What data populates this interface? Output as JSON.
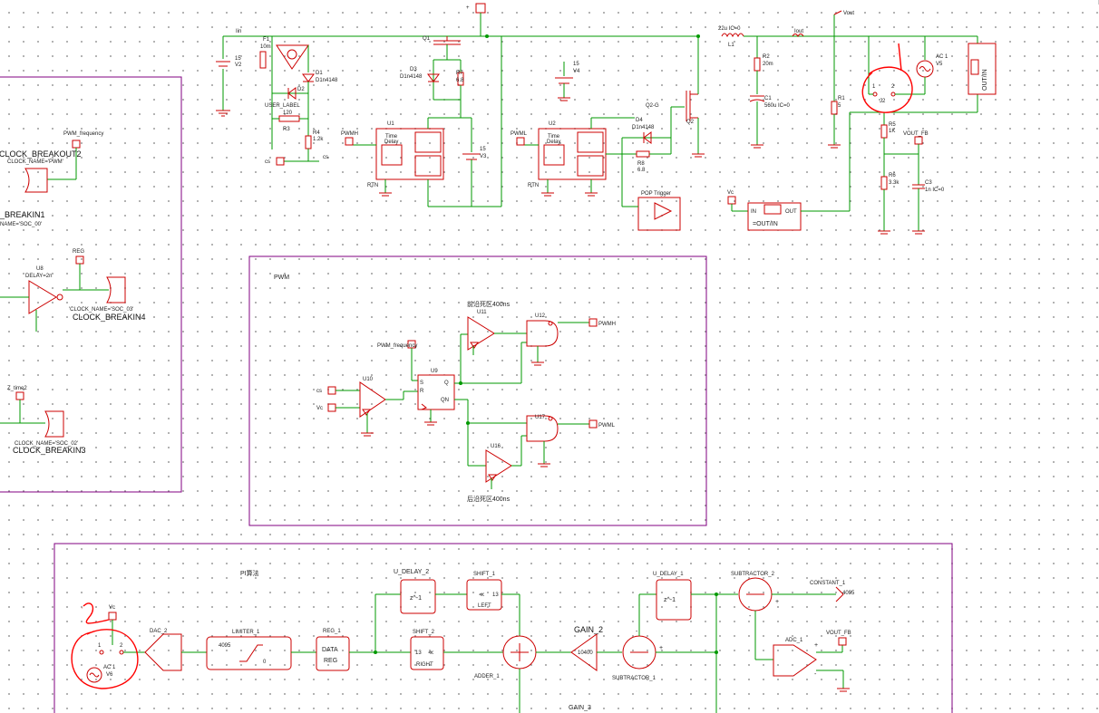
{
  "colors": {
    "component": "#cc0000",
    "wire": "#009900",
    "frame": "#800080",
    "annotation": "#ff0000",
    "text": "#222222"
  },
  "top": {
    "iin": "Iin",
    "f1_name": "F1",
    "f1_val": "10m",
    "v2_name": "V2",
    "v2_val": "15",
    "d1_name": "D1",
    "d1_val": "D1n4148",
    "d2_name": "D2",
    "user_label": "USER_LABEL",
    "r3_val": "120",
    "r3_name": "R3",
    "r4_name": "R4",
    "r4_val": "1.2k",
    "cs_label": "cs",
    "cs_net": "cs",
    "q1": "Q1",
    "d3_name": "D3",
    "d3_val": "D1n4148",
    "r7_name": "R7",
    "r7_val": "6.8",
    "u1": "U1",
    "time_delay1": "Time",
    "time_delay2": "Delay",
    "rtn": "RTN",
    "pwmh_net": "PWMH",
    "v3_name": "V3",
    "v3_val": "15",
    "u2": "U2",
    "pwml_net": "PWML",
    "v4_name": "V4",
    "v4_val": "15",
    "q2g": "Q2-G",
    "q2": "Q2",
    "d4_name": "D4",
    "d4_val": "D1n4148",
    "r8_name": "R8",
    "r8_val": "6.8",
    "pop_trigger": "POP Trigger",
    "vc_net": "Vc",
    "in_label": "IN",
    "out_label": "OUT",
    "out_in": "=OUT/IN",
    "l1_val": "22u IC=0",
    "l1_name": "L1",
    "r2_name": "R2",
    "r2_val": "20m",
    "c1_name": "C1",
    "c1_val": "560u IC=0",
    "iout": "Iout",
    "vout": "Vout",
    "r1_name": "R1",
    "r1_val": "5",
    "j2": "J2",
    "pin1": "1",
    "pin2": "2",
    "v5_name": "V5",
    "v5_val": "AC 1",
    "r5_name": "R5",
    "r5_val": "1K",
    "vout_fb": "VOUT_FB",
    "r6_name": "R6",
    "r6_val": "3.3k",
    "c3_name": "C3",
    "c3_val": "1n IC=0",
    "probe_v": "OUT/IN",
    "probe_sub": "OUT",
    "probe_in": "IN"
  },
  "left": {
    "pwm_frequency": "PWM_frequency",
    "clock_name_pwm": "CLOCK_NAME='PWM'",
    "clock_breakout2": "CLOCK_BREAKOUT2",
    "breakin1": "_BREAKIN1",
    "name_soc00": "NAME='SOC_00'",
    "reg": "REG",
    "u8": "U8",
    "delay": "DELAY=2n",
    "clock_name_soc03": "'CLOCK_NAME='SOC_03'",
    "clock_breakin4": "CLOCK_BREAKIN4",
    "z_time2": "Z_time2",
    "clock_name_soc02": "CLOCK_NAME='SOC_02'",
    "clock_breakin3": "CLOCK_BREAKIN3"
  },
  "pwm": {
    "title": "PWM",
    "front_dead": "前沿死区400ns",
    "rear_dead": "后沿死区400ns",
    "u11": "U11",
    "u12": "U12",
    "u16": "U16",
    "u17": "U17",
    "u9": "U9",
    "u10": "U10",
    "pwm_frequency": "PWM_frequency",
    "cs": "cs",
    "vc": "Vc",
    "pwmh": "PWMH",
    "pwml": "PWML",
    "s": "S",
    "r": "R",
    "q": "Q",
    "qn": "QN"
  },
  "pi": {
    "title": "PI算法",
    "vc": "Vc",
    "v6_name": "V6",
    "v6_val": "AC 1",
    "pin1": "1",
    "pin2": "2",
    "dac": "DAC_2",
    "limiter": "LIMITER_1",
    "lim_hi": "4095",
    "lim_lo": "0",
    "reg_name": "REG_1",
    "reg_l1": "DATA",
    "reg_l2": "REG",
    "u_delay2": "U_DELAY_2",
    "zinv": "z^-1",
    "shift1": "SHIFT_1",
    "shift1_val": "13",
    "shift1_dir": "LEFT",
    "shift2": "SHIFT_2",
    "shift2_val": "13",
    "shift2_dir": "RIGHT",
    "adder": "ADDER_1",
    "gain2": "GAIN_2",
    "gain2_val": "10400",
    "subtractor1": "SUBTRACTOR_1",
    "u_delay1": "U_DELAY_1",
    "subtractor2": "SUBTRACTOR_2",
    "constant": "CONSTANT_1",
    "constant_val": "4095",
    "vout_fb": "VOUT_FB",
    "adc": "ADC_1",
    "gain3": "GAIN_3",
    "plus": "+",
    "minus": "-"
  },
  "annotations": {
    "mark1": "1",
    "mark2": "2"
  }
}
